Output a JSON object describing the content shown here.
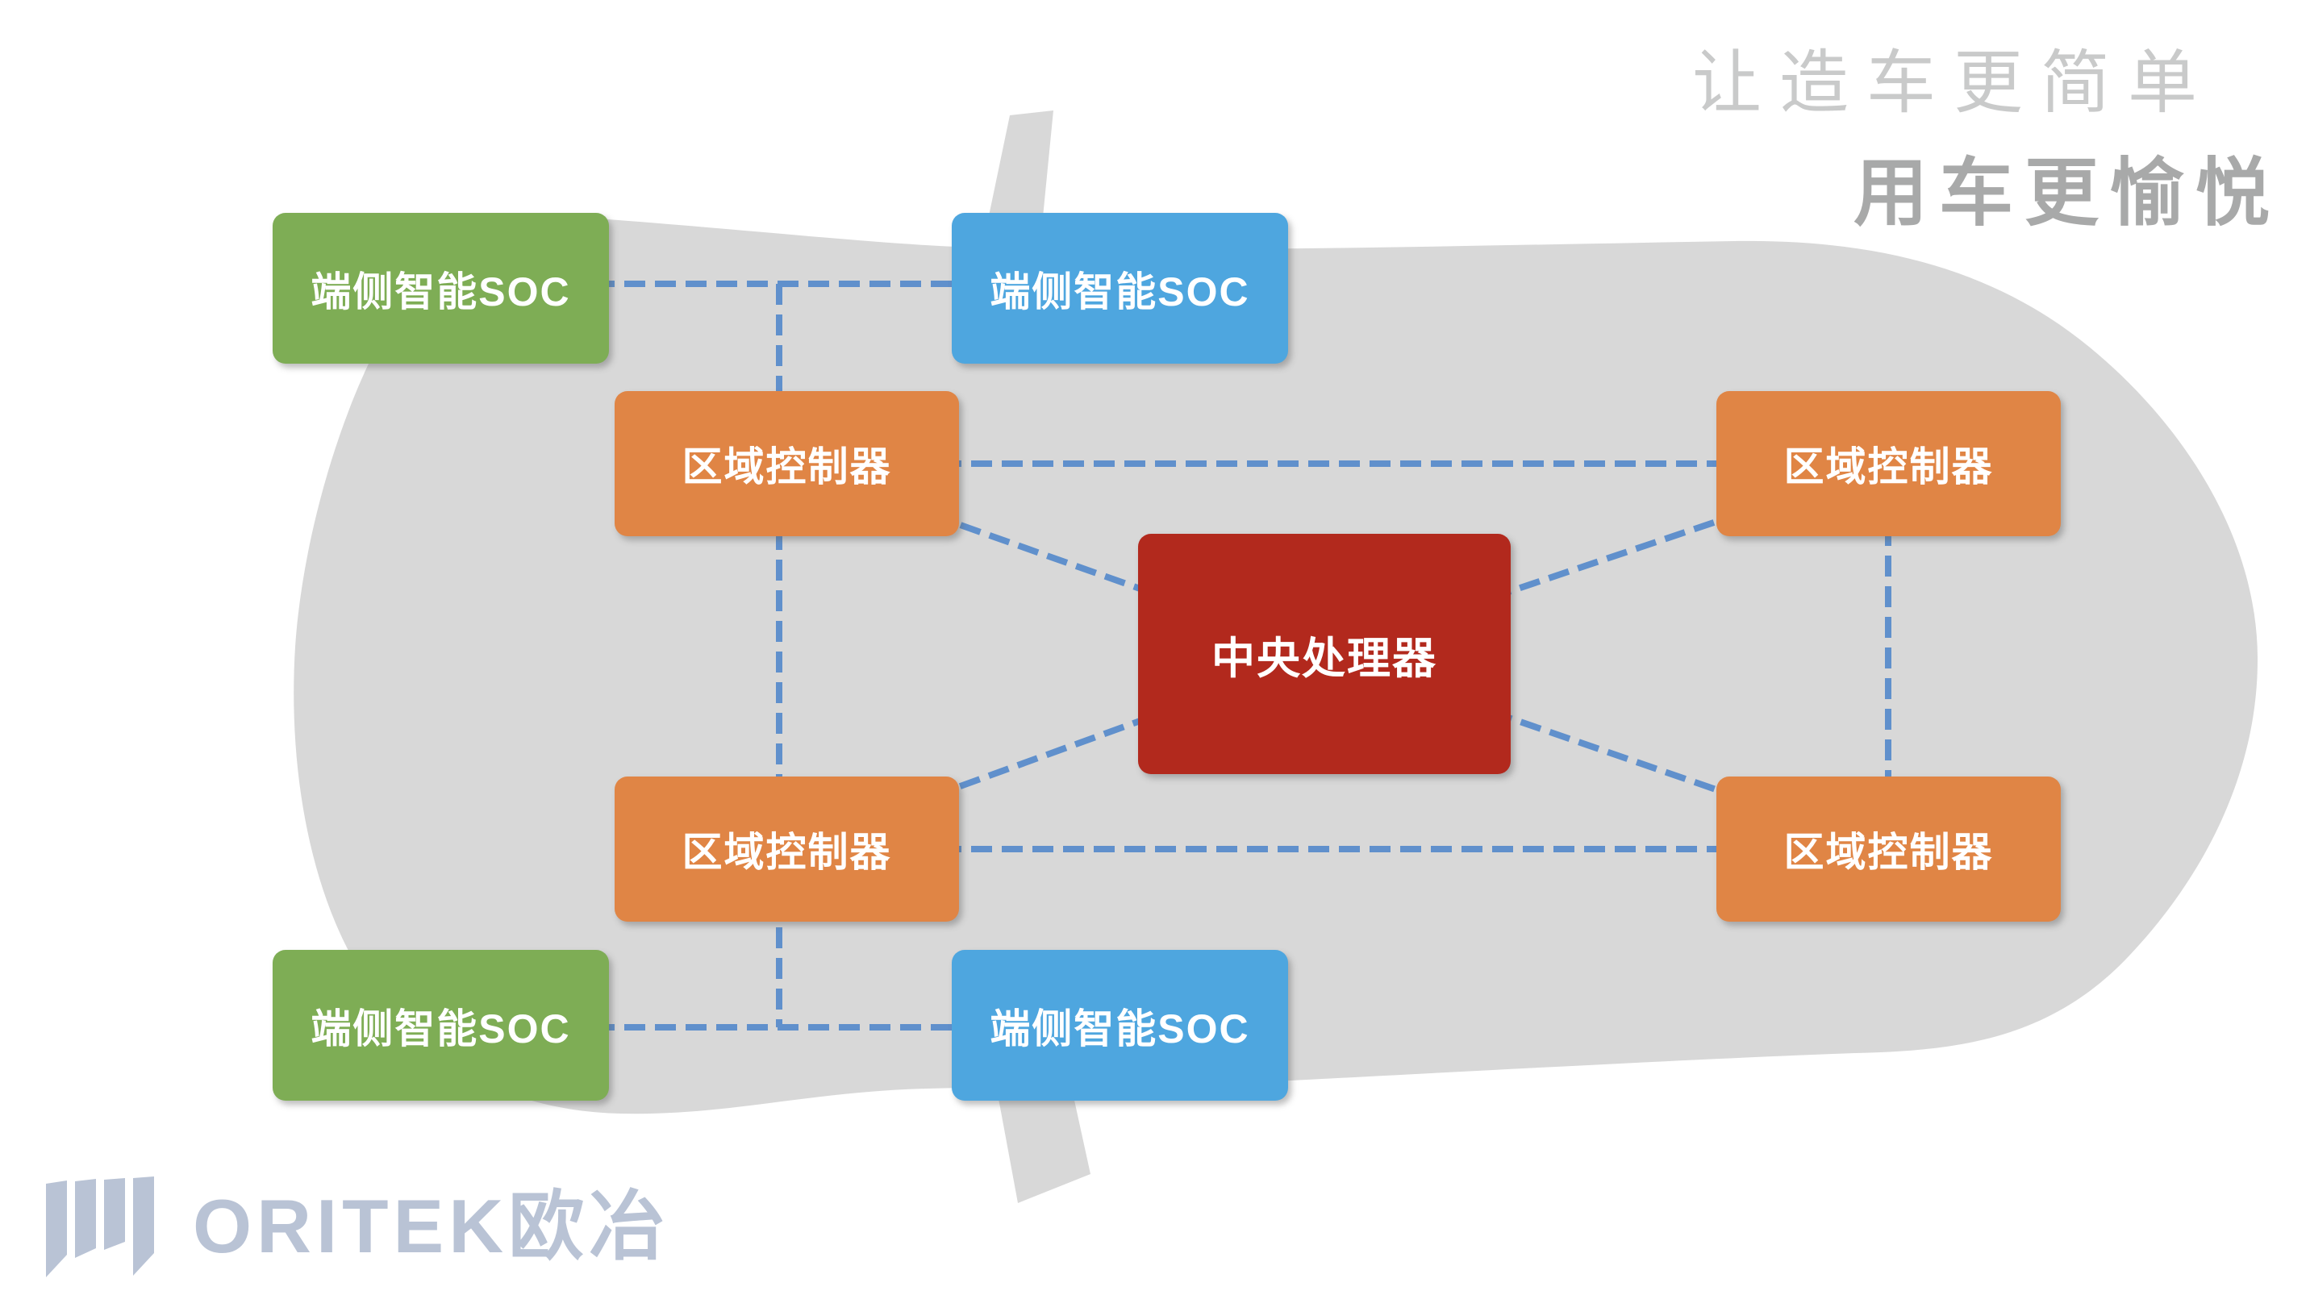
{
  "slogan": {
    "line1": "让造车更简单",
    "line2": "用车更愉悦"
  },
  "logo": {
    "text": "ORITEK欧冶"
  },
  "diagram": {
    "type": "vehicle-ee-architecture",
    "background": "top-view car silhouette",
    "nodes": {
      "soc_top_left": {
        "label": "端侧智能SOC",
        "color": "#7ead55"
      },
      "soc_top_center": {
        "label": "端侧智能SOC",
        "color": "#4ea6df"
      },
      "zone_top_left": {
        "label": "区域控制器",
        "color": "#e08545"
      },
      "zone_top_right": {
        "label": "区域控制器",
        "color": "#e08545"
      },
      "cpu": {
        "label": "中央处理器",
        "color": "#b2291d"
      },
      "zone_bottom_left": {
        "label": "区域控制器",
        "color": "#e08545"
      },
      "zone_bottom_right": {
        "label": "区域控制器",
        "color": "#e08545"
      },
      "soc_bottom_left": {
        "label": "端侧智能SOC",
        "color": "#7ead55"
      },
      "soc_bottom_center": {
        "label": "端侧智能SOC",
        "color": "#4ea6df"
      }
    },
    "connections": [
      {
        "from": "soc_top_left",
        "to": "soc_top_center",
        "style": "dashed"
      },
      {
        "from": "soc_top_left",
        "to": "zone_top_left",
        "style": "dashed"
      },
      {
        "from": "zone_top_left",
        "to": "zone_top_right",
        "style": "dashed"
      },
      {
        "from": "zone_top_left",
        "to": "zone_bottom_left",
        "style": "dashed"
      },
      {
        "from": "zone_top_right",
        "to": "zone_bottom_right",
        "style": "dashed"
      },
      {
        "from": "zone_bottom_left",
        "to": "zone_bottom_right",
        "style": "dashed"
      },
      {
        "from": "zone_bottom_left",
        "to": "soc_bottom_left",
        "style": "dashed"
      },
      {
        "from": "soc_bottom_left",
        "to": "soc_bottom_center",
        "style": "dashed"
      },
      {
        "from": "zone_top_left",
        "to": "cpu",
        "style": "dashed"
      },
      {
        "from": "zone_top_right",
        "to": "cpu",
        "style": "dashed"
      },
      {
        "from": "zone_bottom_left",
        "to": "cpu",
        "style": "dashed"
      },
      {
        "from": "zone_bottom_right",
        "to": "cpu",
        "style": "dashed"
      }
    ]
  },
  "colors": {
    "node-green": "#7ead55",
    "node-blue": "#4ea6df",
    "node-orange": "#e08545",
    "node-red": "#b2291d",
    "link": "#6090cc",
    "car": "#d8d8d8",
    "slogan1": "#c9caca",
    "slogan2": "#a8a9a9",
    "logo": "#b9c3d5"
  }
}
